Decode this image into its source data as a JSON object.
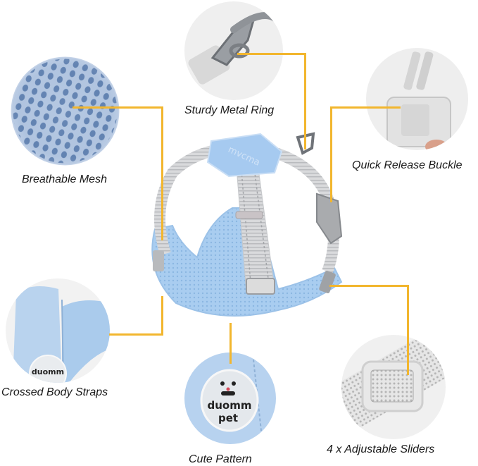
{
  "product": "Dog harness feature overview",
  "accent_color": "#f2b62e",
  "features": [
    {
      "id": "mesh",
      "label": "Breathable Mesh",
      "icon": "mesh-fabric-icon"
    },
    {
      "id": "ring",
      "label": "Sturdy Metal Ring",
      "icon": "metal-ring-icon"
    },
    {
      "id": "buckle",
      "label": "Quick Release Buckle",
      "icon": "buckle-icon"
    },
    {
      "id": "straps",
      "label": "Crossed Body Straps",
      "icon": "body-straps-icon"
    },
    {
      "id": "pattern",
      "label": "Cute Pattern",
      "icon": "badge-pattern-icon"
    },
    {
      "id": "sliders",
      "label": "4 x Adjustable Sliders",
      "icon": "slider-icon"
    }
  ],
  "harness": {
    "chest_plate_text": "mvcma",
    "badge_text_line1": "duomm",
    "badge_text_line2": "pet"
  }
}
